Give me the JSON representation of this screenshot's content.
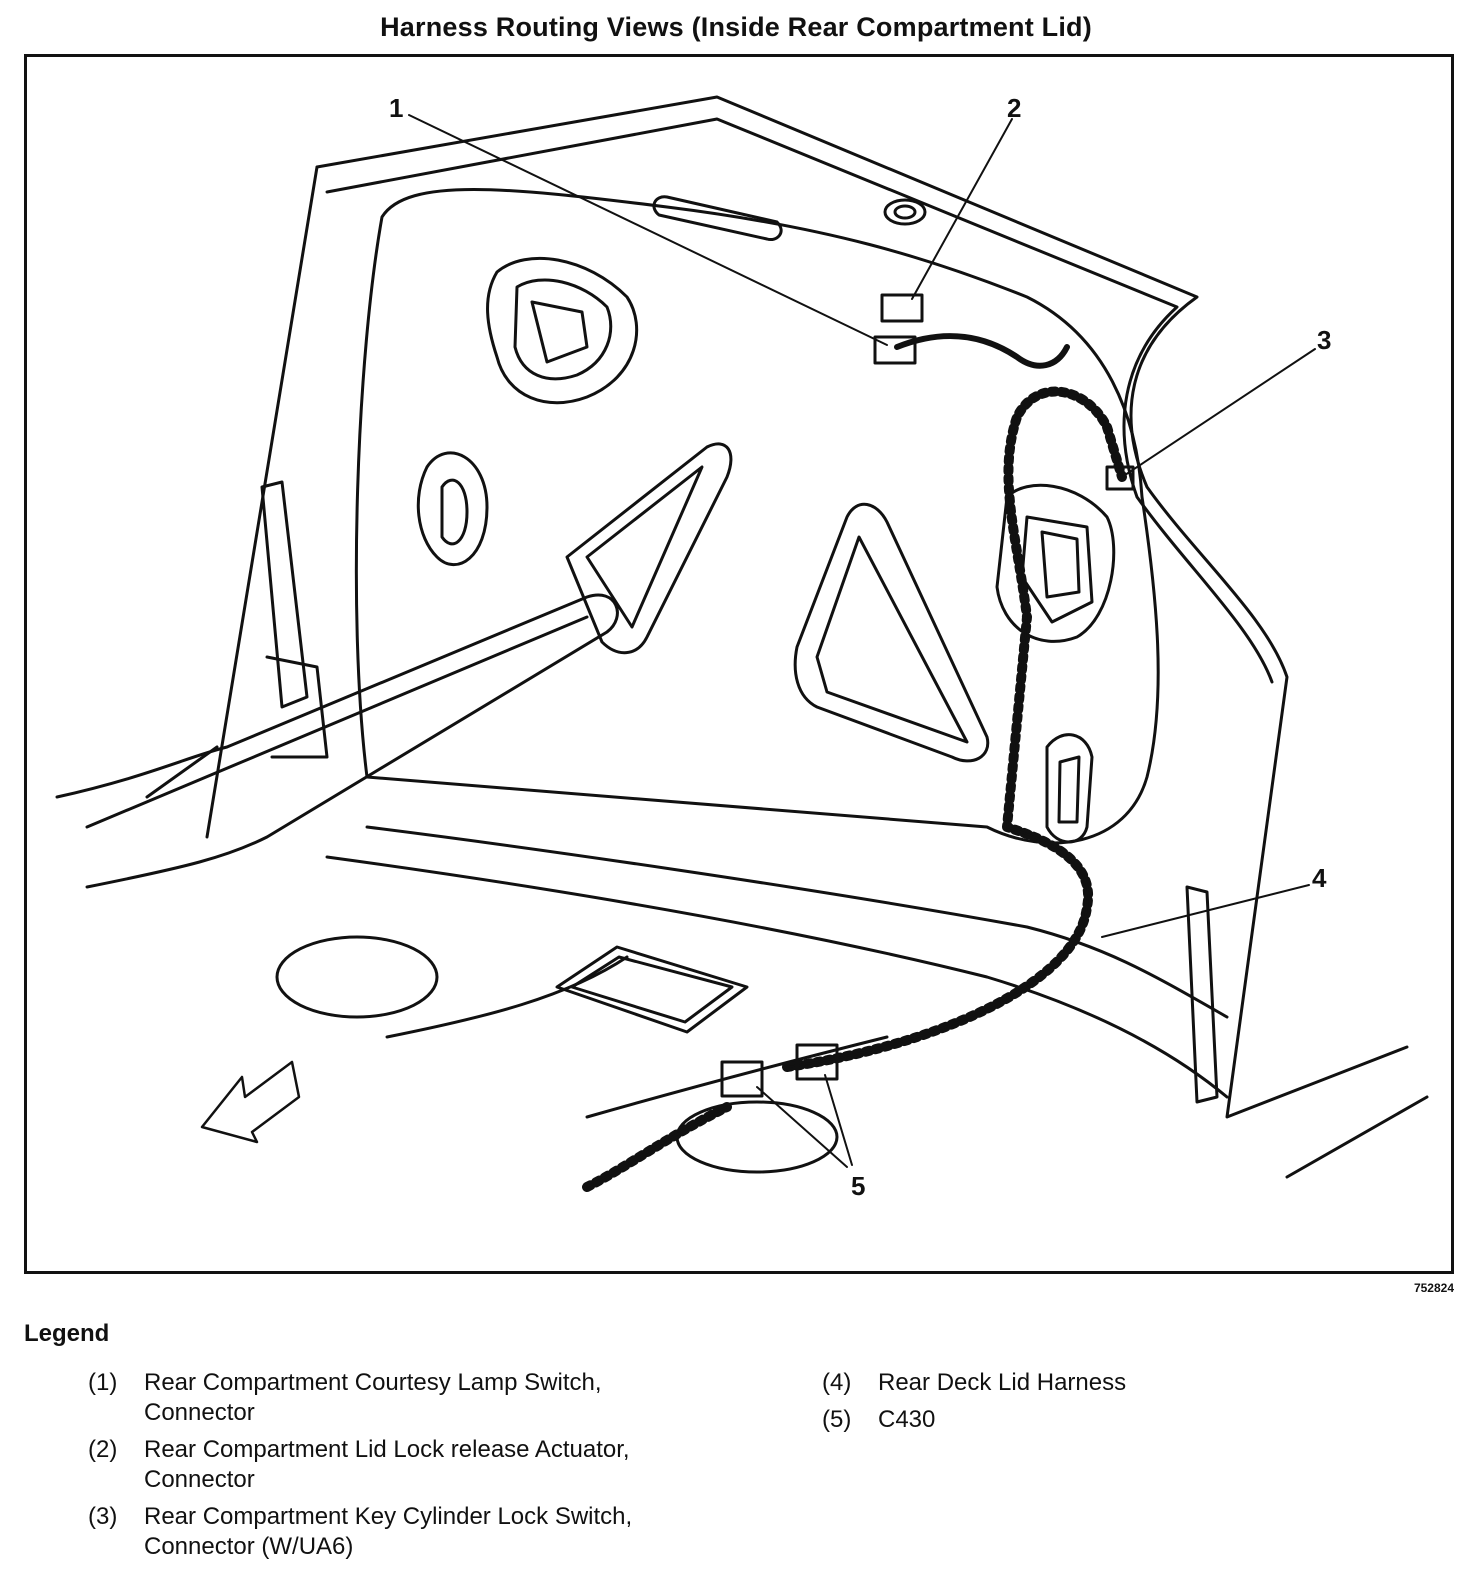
{
  "title": "Harness Routing Views (Inside Rear Compartment Lid)",
  "figure_id": "752824",
  "callouts": [
    {
      "label": "1"
    },
    {
      "label": "2"
    },
    {
      "label": "3"
    },
    {
      "label": "4"
    },
    {
      "label": "5"
    }
  ],
  "legend": {
    "heading": "Legend",
    "left_items": [
      {
        "num": "(1)",
        "text": "Rear Compartment Courtesy Lamp Switch, Connector"
      },
      {
        "num": "(2)",
        "text": "Rear Compartment Lid Lock release Actuator, Connector"
      },
      {
        "num": "(3)",
        "text": "Rear Compartment Key Cylinder Lock Switch, Connector (W/UA6)"
      }
    ],
    "right_items": [
      {
        "num": "(4)",
        "text": "Rear Deck Lid Harness"
      },
      {
        "num": "(5)",
        "text": "C430"
      }
    ]
  },
  "colors": {
    "ink": "#111111",
    "paper": "#ffffff"
  }
}
